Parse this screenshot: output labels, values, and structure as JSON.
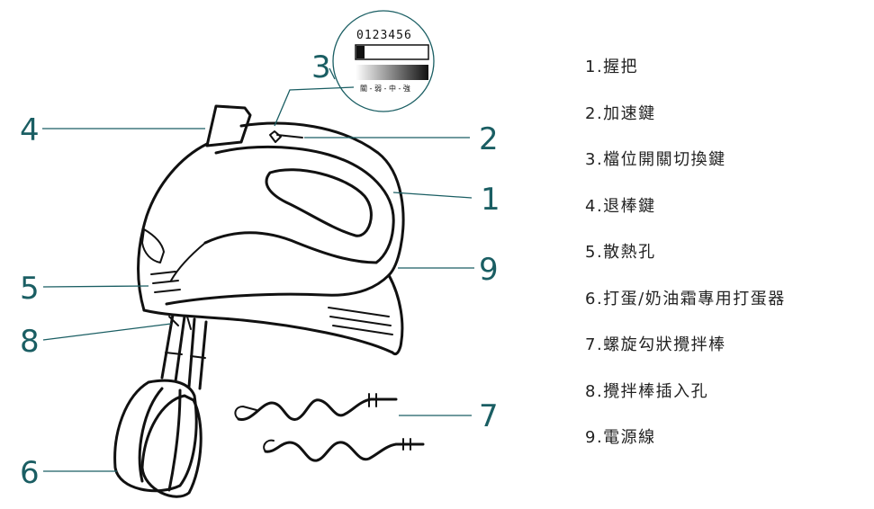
{
  "callouts": {
    "c1": "1",
    "c2": "2",
    "c3": "3",
    "c4": "4",
    "c5": "5",
    "c6": "6",
    "c7": "7",
    "c8": "8",
    "c9": "9"
  },
  "speed_scale": {
    "digits": "0123456",
    "labels": "關 - 弱 - 中 - 強"
  },
  "legend": [
    "1.握把",
    "2.加速鍵",
    "3.檔位開關切換鍵",
    "4.退棒鍵",
    "5.散熱孔",
    "6.打蛋/奶油霜專用打蛋器",
    "7.螺旋勾狀攪拌棒",
    "8.攪拌棒插入孔",
    "9.電源線"
  ],
  "colors": {
    "accent": "#1a5e63",
    "line_art": "#111111"
  }
}
